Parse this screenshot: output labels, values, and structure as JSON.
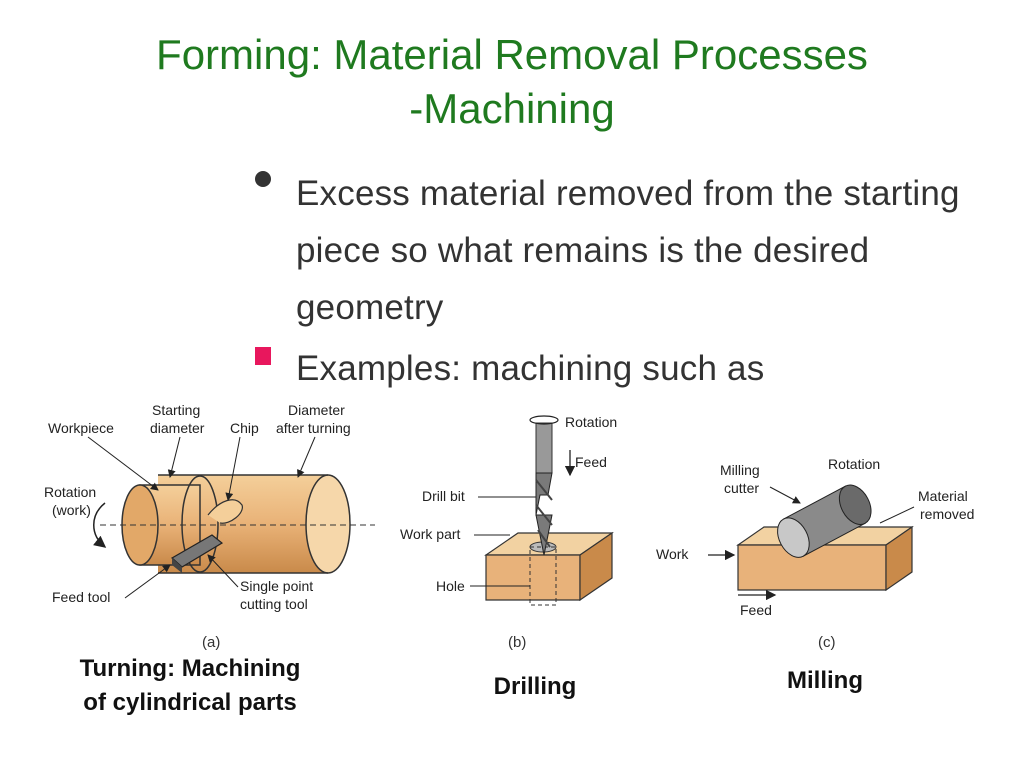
{
  "slide": {
    "title_line1": "Forming: Material Removal Processes",
    "title_line2": "-Machining",
    "bullet1": "Excess material removed from the starting piece so what remains is the desired geometry",
    "bullet2": "Examples: machining such as",
    "title_color": "#1f7a1f",
    "accent_color": "#e8175d"
  },
  "fig_a": {
    "workpiece": "Workpiece",
    "starting1": "Starting",
    "starting2": "diameter",
    "chip": "Chip",
    "diam1": "Diameter",
    "diam2": "after turning",
    "rot1": "Rotation",
    "rot2": "(work)",
    "feed": "Feed tool",
    "single1": "Single point",
    "single2": "cutting tool",
    "label": "(a)",
    "caption1": "Turning: Machining",
    "caption2": "of cylindrical parts"
  },
  "fig_b": {
    "rotation": "Rotation",
    "feed": "Feed",
    "drill": "Drill bit",
    "work": "Work part",
    "hole": "Hole",
    "label": "(b)",
    "caption": "Drilling"
  },
  "fig_c": {
    "cutter1": "Milling",
    "cutter2": "cutter",
    "rotation": "Rotation",
    "removed1": "Material",
    "removed2": "removed",
    "work": "Work",
    "feed": "Feed",
    "label": "(c)",
    "caption": "Milling"
  }
}
